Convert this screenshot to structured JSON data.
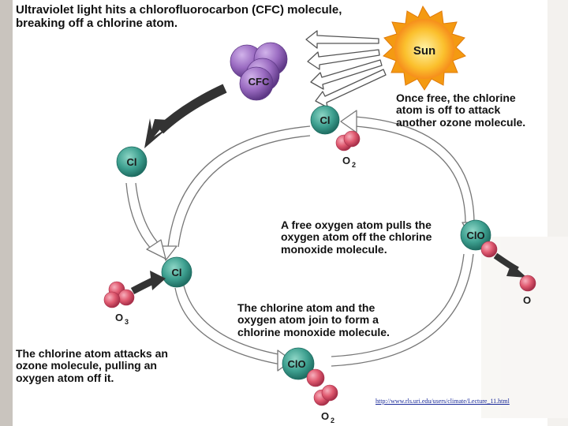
{
  "captions": {
    "uv_hit": "Ultraviolet light hits a chlorofluorocarbon (CFC) molecule,\nbreaking off a chlorine atom.",
    "once_free": "Once free, the chlorine\natom is off to attack\nanother ozone molecule.",
    "free_oxygen": "A free oxygen atom pulls the\noxygen atom off the chlorine\nmonoxide molecule.",
    "join": "The chlorine atom and the\noxygen atom join to form a\nchlorine monoxide molecule.",
    "attack": "The chlorine atom attacks an\nozone molecule, pulling an\noxygen atom off it."
  },
  "labels": {
    "sun": "Sun",
    "cfc": "CFC",
    "cl": "Cl",
    "clo": "ClO",
    "o2": "O",
    "o2_sub": "2",
    "o3": "O",
    "o3_sub": "3",
    "o": "O"
  },
  "source_url": "http://www.rls.uri.edu/users/climate/Lecture_11.html",
  "colors": {
    "chlorine": "#3d9f8f",
    "oxygen": "#e05a70",
    "cfc": "#8e5fb3",
    "sun": "#f7a21b"
  }
}
